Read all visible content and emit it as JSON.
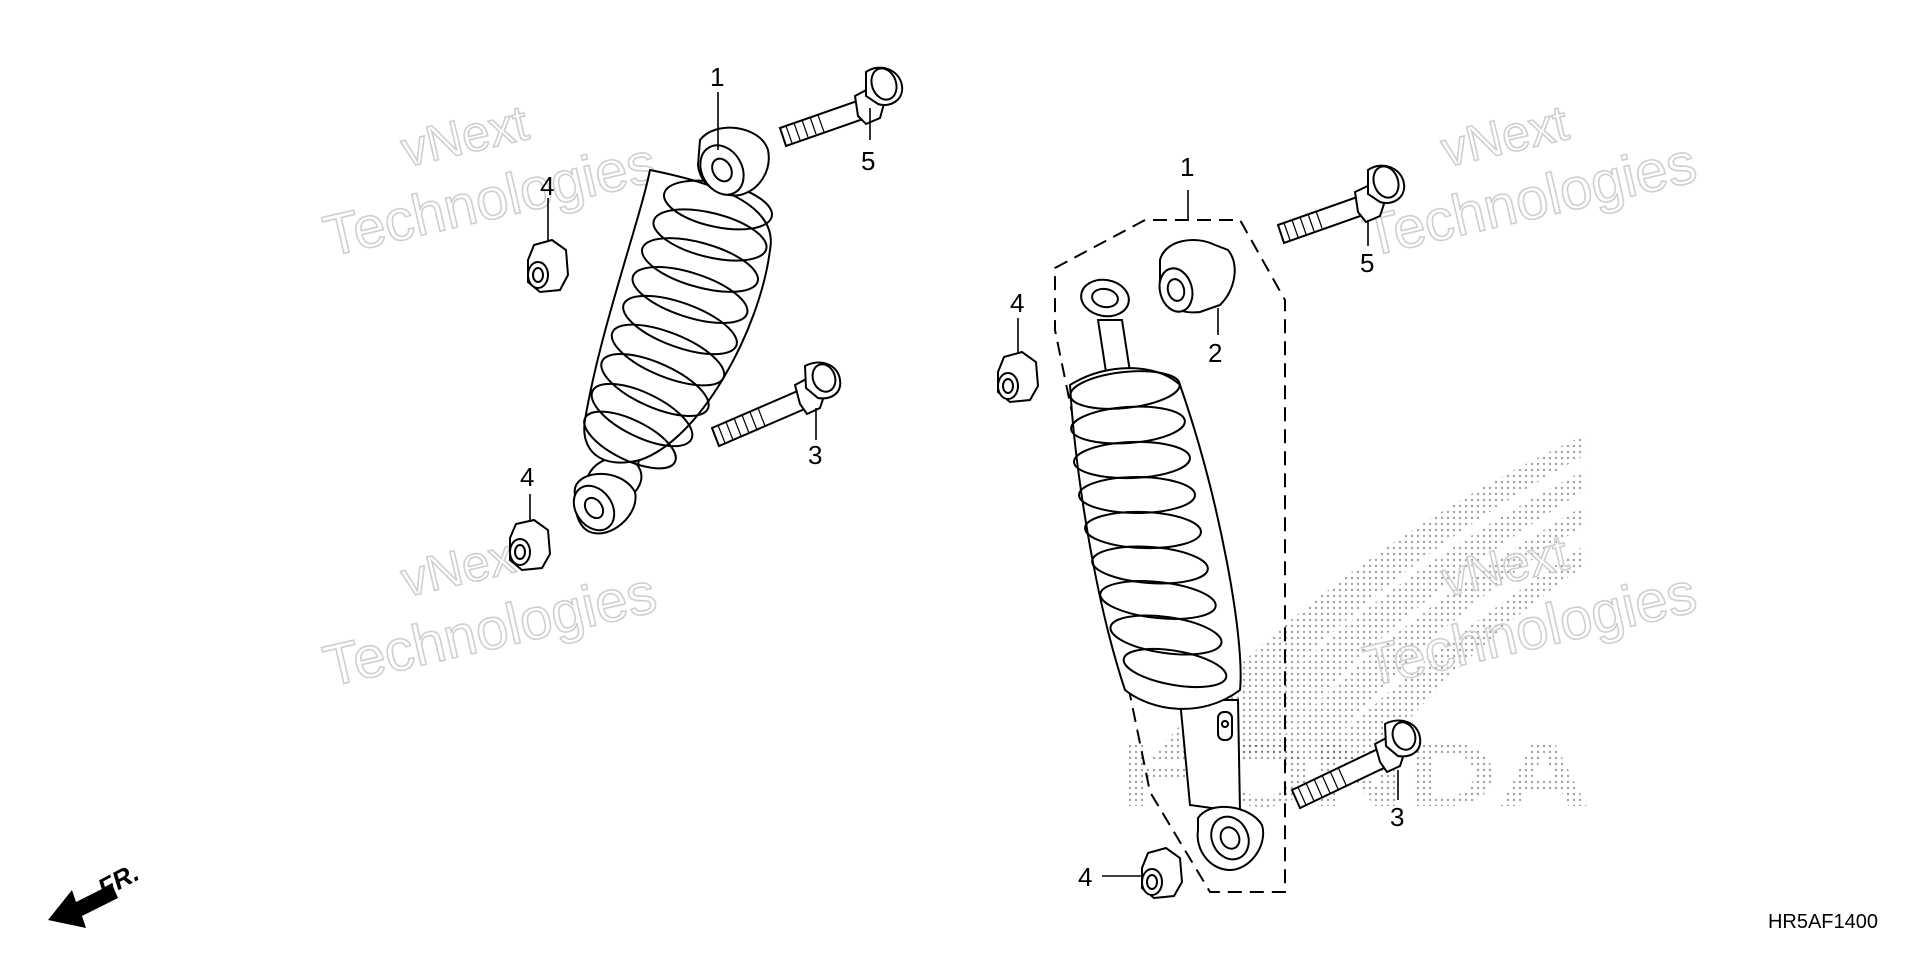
{
  "callouts": {
    "left_shock": "1",
    "left_bolt_top": "5",
    "left_nut_top": "4",
    "left_bolt_bottom": "3",
    "left_nut_bottom": "4",
    "right_shock": "1",
    "right_bushing": "2",
    "right_bolt_top": "5",
    "right_nut_top": "4",
    "right_bolt_bottom": "3",
    "right_nut_bottom": "4"
  },
  "watermark": {
    "line1": "vNext",
    "line2": "Technologies"
  },
  "brand_logo_text": "HONDA",
  "direction_label": "FR.",
  "reference_code": "HR5AF1400"
}
